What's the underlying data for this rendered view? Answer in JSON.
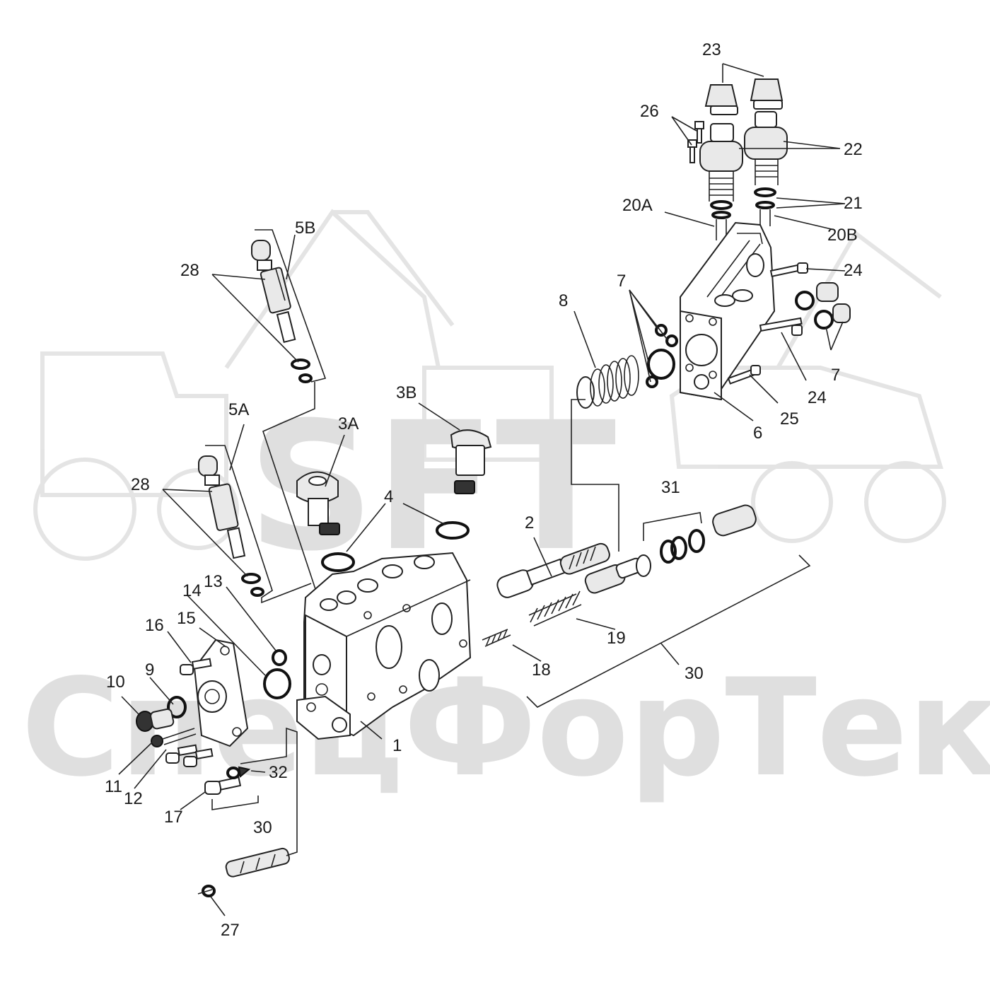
{
  "watermark": {
    "logo": "SFT",
    "brand": "СпецФорТек",
    "color": "#d9d9d9"
  },
  "labels": {
    "l1": "1",
    "l2": "2",
    "l3a": "3A",
    "l3b": "3B",
    "l4": "4",
    "l5a": "5A",
    "l5b": "5B",
    "l6": "6",
    "l7a": "7",
    "l7b": "7",
    "l8": "8",
    "l9": "9",
    "l10": "10",
    "l11": "11",
    "l12": "12",
    "l13": "13",
    "l14": "14",
    "l15": "15",
    "l16": "16",
    "l17": "17",
    "l18": "18",
    "l19": "19",
    "l20a": "20A",
    "l20b": "20B",
    "l21": "21",
    "l22": "22",
    "l23": "23",
    "l24a": "24",
    "l24b": "24",
    "l25": "25",
    "l26": "26",
    "l27": "27",
    "l28a": "28",
    "l28b": "28",
    "l30a": "30",
    "l30b": "30",
    "l31": "31",
    "l32": "32"
  }
}
